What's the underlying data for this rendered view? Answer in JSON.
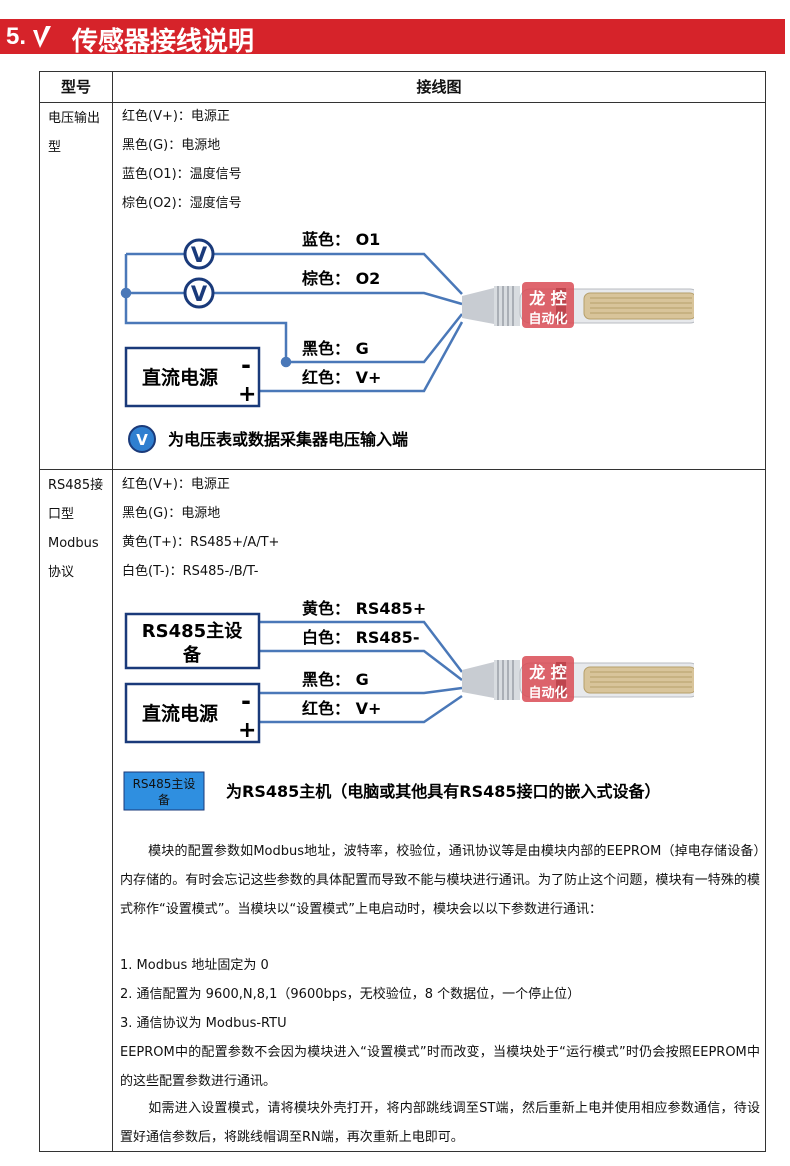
{
  "banner": {
    "number": "5.",
    "title": "传感器接线说明"
  },
  "table": {
    "col_model": "型号",
    "col_diagram": "接线图"
  },
  "voltage": {
    "model": "电压输出型",
    "wires": [
      "红色(V+)：电源正",
      "黑色(G)：电源地",
      "蓝色(O1)：温度信号",
      "棕色(O2)：湿度信号"
    ],
    "diagram": {
      "label_blue": "蓝色： O1",
      "label_brown": "棕色： O2",
      "label_black": "黑色： G",
      "label_red": "红色： V+",
      "meter_symbol": "V",
      "psu": "直流电源",
      "minus": "-",
      "plus": "+",
      "brand_top": "龙 控",
      "brand_bottom": "自动化",
      "legend_symbol": "V",
      "legend_text": "为电压表或数据采集器电压输入端"
    }
  },
  "rs485": {
    "model_lines": [
      "RS485接",
      "口型",
      "Modbus",
      "协议"
    ],
    "wires": [
      "红色(V+)：电源正",
      "黑色(G)：电源地",
      "黄色(T+)：RS485+/A/T+",
      "白色(T-)：RS485-/B/T-"
    ],
    "diagram": {
      "master_line1": "RS485主设",
      "master_line2": "备",
      "label_yellow": "黄色： RS485+",
      "label_white": "白色： RS485-",
      "label_black": "黑色： G",
      "label_red": "红色： V+",
      "psu": "直流电源",
      "minus": "-",
      "plus": "+",
      "brand_top": "龙 控",
      "brand_bottom": "自动化",
      "legend_box_line1": "RS485主设",
      "legend_box_line2": "备",
      "legend_text": "为RS485主机（电脑或其他具有RS485接口的嵌入式设备）"
    },
    "notes": {
      "p1": "模块的配置参数如Modbus地址，波特率，校验位，通讯协议等是由模块内部的EEPROM（掉电存储设备）内存储的。有时会忘记这些参数的具体配置而导致不能与模块进行通讯。为了防止这个问题，模块有一特殊的模式称作“设置模式”。当模块以“设置模式”上电启动时，模块会以以下参数进行通讯：",
      "item1": "1.  Modbus 地址固定为 0",
      "item2": "2.  通信配置为 9600,N,8,1（9600bps，无校验位，8 个数据位，一个停止位）",
      "item3": "3.  通信协议为 Modbus-RTU",
      "p2": "EEPROM中的配置参数不会因为模块进入“设置模式”时而改变，当模块处于“运行模式”时仍会按照EEPROM中的这些配置参数进行通讯。",
      "p3": "如需进入设置模式，请将模块外壳打开，将内部跳线调至ST端，然后重新上电并使用相应参数通信，待设置好通信参数后，将跳线帽调至RN端，再次重新上电即可。"
    }
  },
  "colors": {
    "banner": "#d6232a",
    "wire": "#4a78b8",
    "legend_circle": "#2f7fd0",
    "legend_box": "#2f8fe0"
  }
}
